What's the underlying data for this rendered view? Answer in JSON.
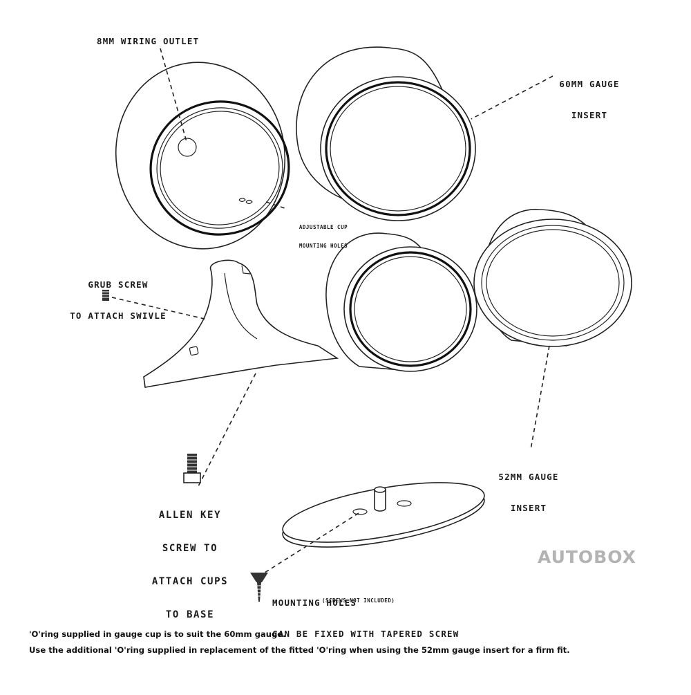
{
  "labels": {
    "wiring_outlet": "8MM WIRING OUTLET",
    "gauge_60_line1": "60MM GAUGE",
    "gauge_60_line2": "INSERT",
    "adjustable_line1": "ADJUSTABLE CUP",
    "adjustable_line2": "MOUNTING HOLES",
    "grub_line1": "GRUB SCREW",
    "grub_line2": "TO ATTACH SWIVLE",
    "gauge_52_line1": "52MM GAUGE",
    "gauge_52_line2": "INSERT",
    "allen_line1": "ALLEN KEY",
    "allen_line2": "SCREW TO",
    "allen_line3": "ATTACH CUPS",
    "allen_line4": "TO BASE",
    "mounting_line1": "MOUNTING HOLES",
    "mounting_line2": "CAN BE FIXED WITH TAPERED SCREW",
    "mounting_line3": "(SCREWS NOT INCLUDED)"
  },
  "brand": "AUTOBOX",
  "notes": {
    "line1": "'O'ring supplied in gauge cup is to suit the 60mm gauge.",
    "line2": "Use the additional 'O'ring supplied in replacement of the fitted 'O'ring when using the 52mm gauge insert for a firm fit."
  }
}
